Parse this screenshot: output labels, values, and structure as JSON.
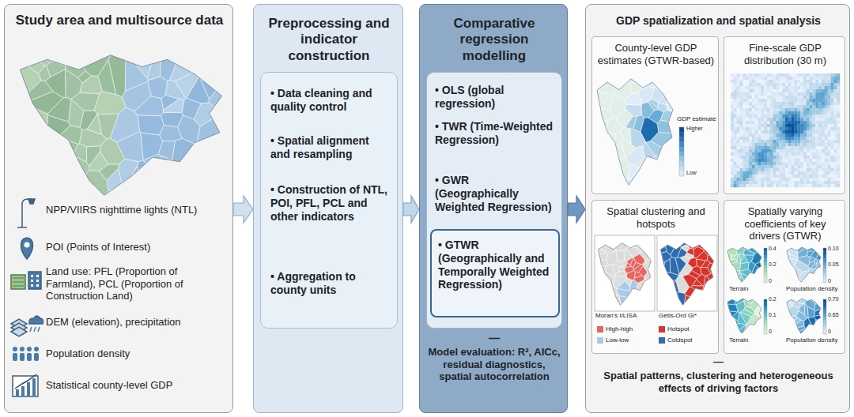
{
  "diagram": {
    "nodes": [
      {
        "text": [
          "Study area and multisource data",
          "NPP/VIIRS nighttime lights (NTL)",
          "POI (Points of Interest)",
          "Land use: PFL (Proportion of Farmland), PCL (Proportion of Construction Land)",
          "DEM (elevation), precipitation",
          "Population density",
          "Statistical county-level GDP"
        ]
      },
      {
        "text": [
          "Preprocessing and indicator construction"
        ]
      },
      {
        "text": [
          "• Data cleaning and quality control",
          "• Spatial alignment and resampling",
          "• Construction of NTL, POI, PFL, PCL and other indicators",
          "• Aggregation to county units"
        ],
        "in": 1
      },
      {
        "text": [
          "Comparative regression modelling",
          "—",
          "Model evaluation: R², AICc, residual diagnostics, spatial autocorrelation"
        ]
      },
      {
        "text": [
          "• OLS (global regression)",
          "• TWR (Time-Weighted Regression)",
          "• GWR (Geographically Weighted Regression)"
        ],
        "in": 3
      },
      {
        "text": [
          "• GTWR (Geographically and Temporally Weighted Regression)"
        ],
        "in": 4
      },
      {
        "text": [
          "GDP spatialization and spatial analysis",
          "—",
          "Spatial patterns, clustering and heterogeneous effects of driving factors"
        ]
      },
      {
        "text": [
          "County-level GDP estimates (GTWR-based)"
        ],
        "in": 6
      },
      {
        "text": [
          "Fine-scale GDP distribution (30 m)"
        ],
        "in": 6
      },
      {
        "text": [
          "Spatial clustering and hotspots"
        ],
        "in": 6
      },
      {
        "text": [
          "Spatially varying coefficients of key drivers (GTWR)"
        ],
        "in": 6
      }
    ],
    "edges": [
      {
        "from": 0,
        "to": 1,
        "arrow": "to"
      },
      {
        "from": 1,
        "to": 3,
        "arrow": "to"
      },
      {
        "from": 3,
        "to": 6,
        "arrow": "to"
      }
    ],
    "labels": [
      "GDP estimate",
      "Higher",
      "Low",
      "Moran's I/LISA",
      "Getis-Ord Gi*",
      "Terrain",
      "Population density",
      "Terrain",
      "Population density",
      "0.4",
      "0.2",
      "0",
      "0.10",
      "0.05",
      "0",
      "0.2",
      "0.1",
      "0",
      "0.70",
      "0.65",
      "0"
    ],
    "legend": [
      {
        "text": "High-high",
        "color": "#e8665f"
      },
      {
        "text": "Low-low",
        "color": "#a9cbe8"
      },
      {
        "text": "Hotspot",
        "color": "#d9342b"
      },
      {
        "text": "Coldspot",
        "color": "#2f6db3"
      }
    ]
  }
}
